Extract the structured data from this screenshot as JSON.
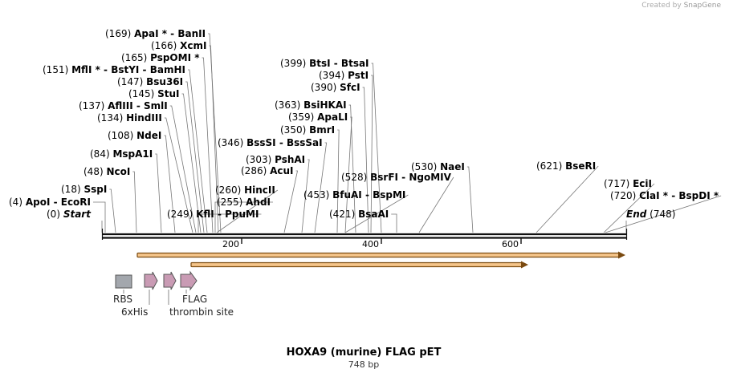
{
  "credit": {
    "prefix": "Created by",
    "brand": "SnapGene"
  },
  "title": "HOXA9 (murine) FLAG pET",
  "subtitle": "748 bp",
  "ruler": {
    "ticks": [
      "200",
      "400",
      "600"
    ]
  },
  "features": {
    "rbs": "RBS",
    "his": "6xHis",
    "flag": "FLAG",
    "thrombin": "thrombin site"
  },
  "colors": {
    "orf_fill": "#f5c58a",
    "orf_stroke": "#7a4a10",
    "rbs_fill": "#a3a7ad",
    "tag_fill": "#c99bb4"
  },
  "sites": [
    {
      "pos": "(169)",
      "name": "ApaI *  -  BanII"
    },
    {
      "pos": "(166)",
      "name": "XcmI"
    },
    {
      "pos": "(165)",
      "name": "PspOMI *"
    },
    {
      "pos": "(151)",
      "name": "MflI *  -  BstYI  -  BamHI"
    },
    {
      "pos": "(147)",
      "name": "Bsu36I"
    },
    {
      "pos": "(145)",
      "name": "StuI"
    },
    {
      "pos": "(137)",
      "name": "AflIII  -  SmlI"
    },
    {
      "pos": "(134)",
      "name": "HindIII"
    },
    {
      "pos": "(108)",
      "name": "NdeI"
    },
    {
      "pos": "(84)",
      "name": "MspA1I"
    },
    {
      "pos": "(48)",
      "name": "NcoI"
    },
    {
      "pos": "(18)",
      "name": "SspI"
    },
    {
      "pos": "(4)",
      "name": "ApoI  -  EcoRI"
    },
    {
      "pos": "(0)",
      "name": "Start"
    },
    {
      "pos": "(249)",
      "name": "KflI  -  PpuMI"
    },
    {
      "pos": "(260)",
      "name": "HincII"
    },
    {
      "pos": "(255)",
      "name": "AhdI"
    },
    {
      "pos": "(286)",
      "name": "AcuI"
    },
    {
      "pos": "(303)",
      "name": "PshAI"
    },
    {
      "pos": "(346)",
      "name": "BssSI  -  BssSaI"
    },
    {
      "pos": "(350)",
      "name": "BmrI"
    },
    {
      "pos": "(359)",
      "name": "ApaLI"
    },
    {
      "pos": "(363)",
      "name": "BsiHKAI"
    },
    {
      "pos": "(390)",
      "name": "SfcI"
    },
    {
      "pos": "(394)",
      "name": "PstI"
    },
    {
      "pos": "(399)",
      "name": "BtsI  -  BtsaI"
    },
    {
      "pos": "(453)",
      "name": "BfuAI  -  BspMI"
    },
    {
      "pos": "(528)",
      "name": "BsrFI  -  NgoMIV"
    },
    {
      "pos": "(530)",
      "name": "NaeI"
    },
    {
      "pos": "(421)",
      "name": "BsaAI"
    },
    {
      "pos": "(621)",
      "name": "BseRI"
    },
    {
      "pos": "(717)",
      "name": "EciI"
    },
    {
      "pos": "(720)",
      "name": "ClaI *  -  BspDI *"
    },
    {
      "pos": "(748)",
      "name": "End"
    }
  ]
}
